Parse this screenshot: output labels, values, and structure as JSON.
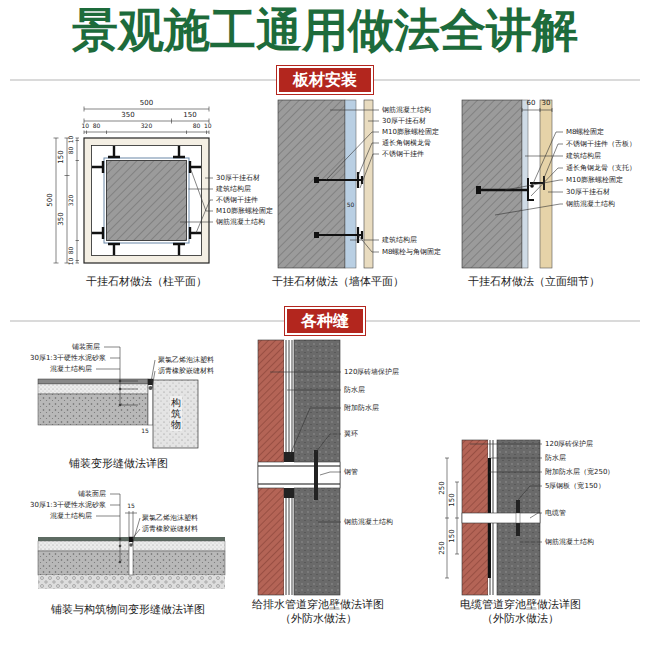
{
  "diagram": {
    "title": "景观施工通用做法全讲解",
    "nodes": [
      {
        "text": [
          "板材安装"
        ]
      },
      {
        "text": [
          "各种缝"
        ]
      }
    ],
    "labels": [
      "500",
      "350",
      "150",
      "10",
      "80",
      "320",
      "80",
      "10",
      "500",
      "150",
      "350",
      "10",
      "80",
      "320",
      "80",
      "10",
      "30厚干挂石材",
      "建筑结构层",
      "不锈钢干挂件",
      "M10膨胀螺栓固定",
      "钢筋混凝土结构",
      "干挂石材做法（柱平面）",
      "钢筋混凝土结构",
      "30厚干挂石材",
      "M10膨胀螺栓固定",
      "通长角钢横龙骨",
      "不锈钢干挂件",
      "50",
      "建筑结构层",
      "M8螺栓与角钢固定",
      "干挂石材做法（墙体平面）",
      "60",
      "30",
      "M8螺栓固定",
      "不锈钢干挂件（舌板）",
      "建筑结构层",
      "通长角钢龙骨（支托）",
      "M10膨胀螺栓固定",
      "30厚干挂石材",
      "钢筋混凝土结构",
      "干挂石材做法（立面细节）",
      "铺装面层",
      "30厚1:3干硬性水泥砂浆",
      "混凝土结构层",
      "聚氯乙烯泡沫塑料",
      "沥青橡胶嵌缝材料",
      "构筑物",
      "15",
      "铺装变形缝做法详图",
      "铺装面层",
      "30厚1:3干硬性水泥砂浆",
      "混凝土结构层",
      "15",
      "聚氯乙烯泡沫塑料",
      "沥青橡胶嵌缝材料",
      "铺装与构筑物间变形缝做法详图",
      "120厚砖墙保护层",
      "防水层",
      "附加防水层",
      "翼环",
      "钢管",
      "钢筋混凝土结构",
      "给排水管道穿池壁做法详图 （外防水做法）",
      "250",
      "150",
      "150",
      "250",
      "120厚砖保护层",
      "防水层",
      "附加防水层（宽250）",
      "5厚钢板（宽150）",
      "电缆管",
      "钢筋混凝土结构",
      "电缆管道穿池壁做法详图 （外防水做法）"
    ]
  }
}
